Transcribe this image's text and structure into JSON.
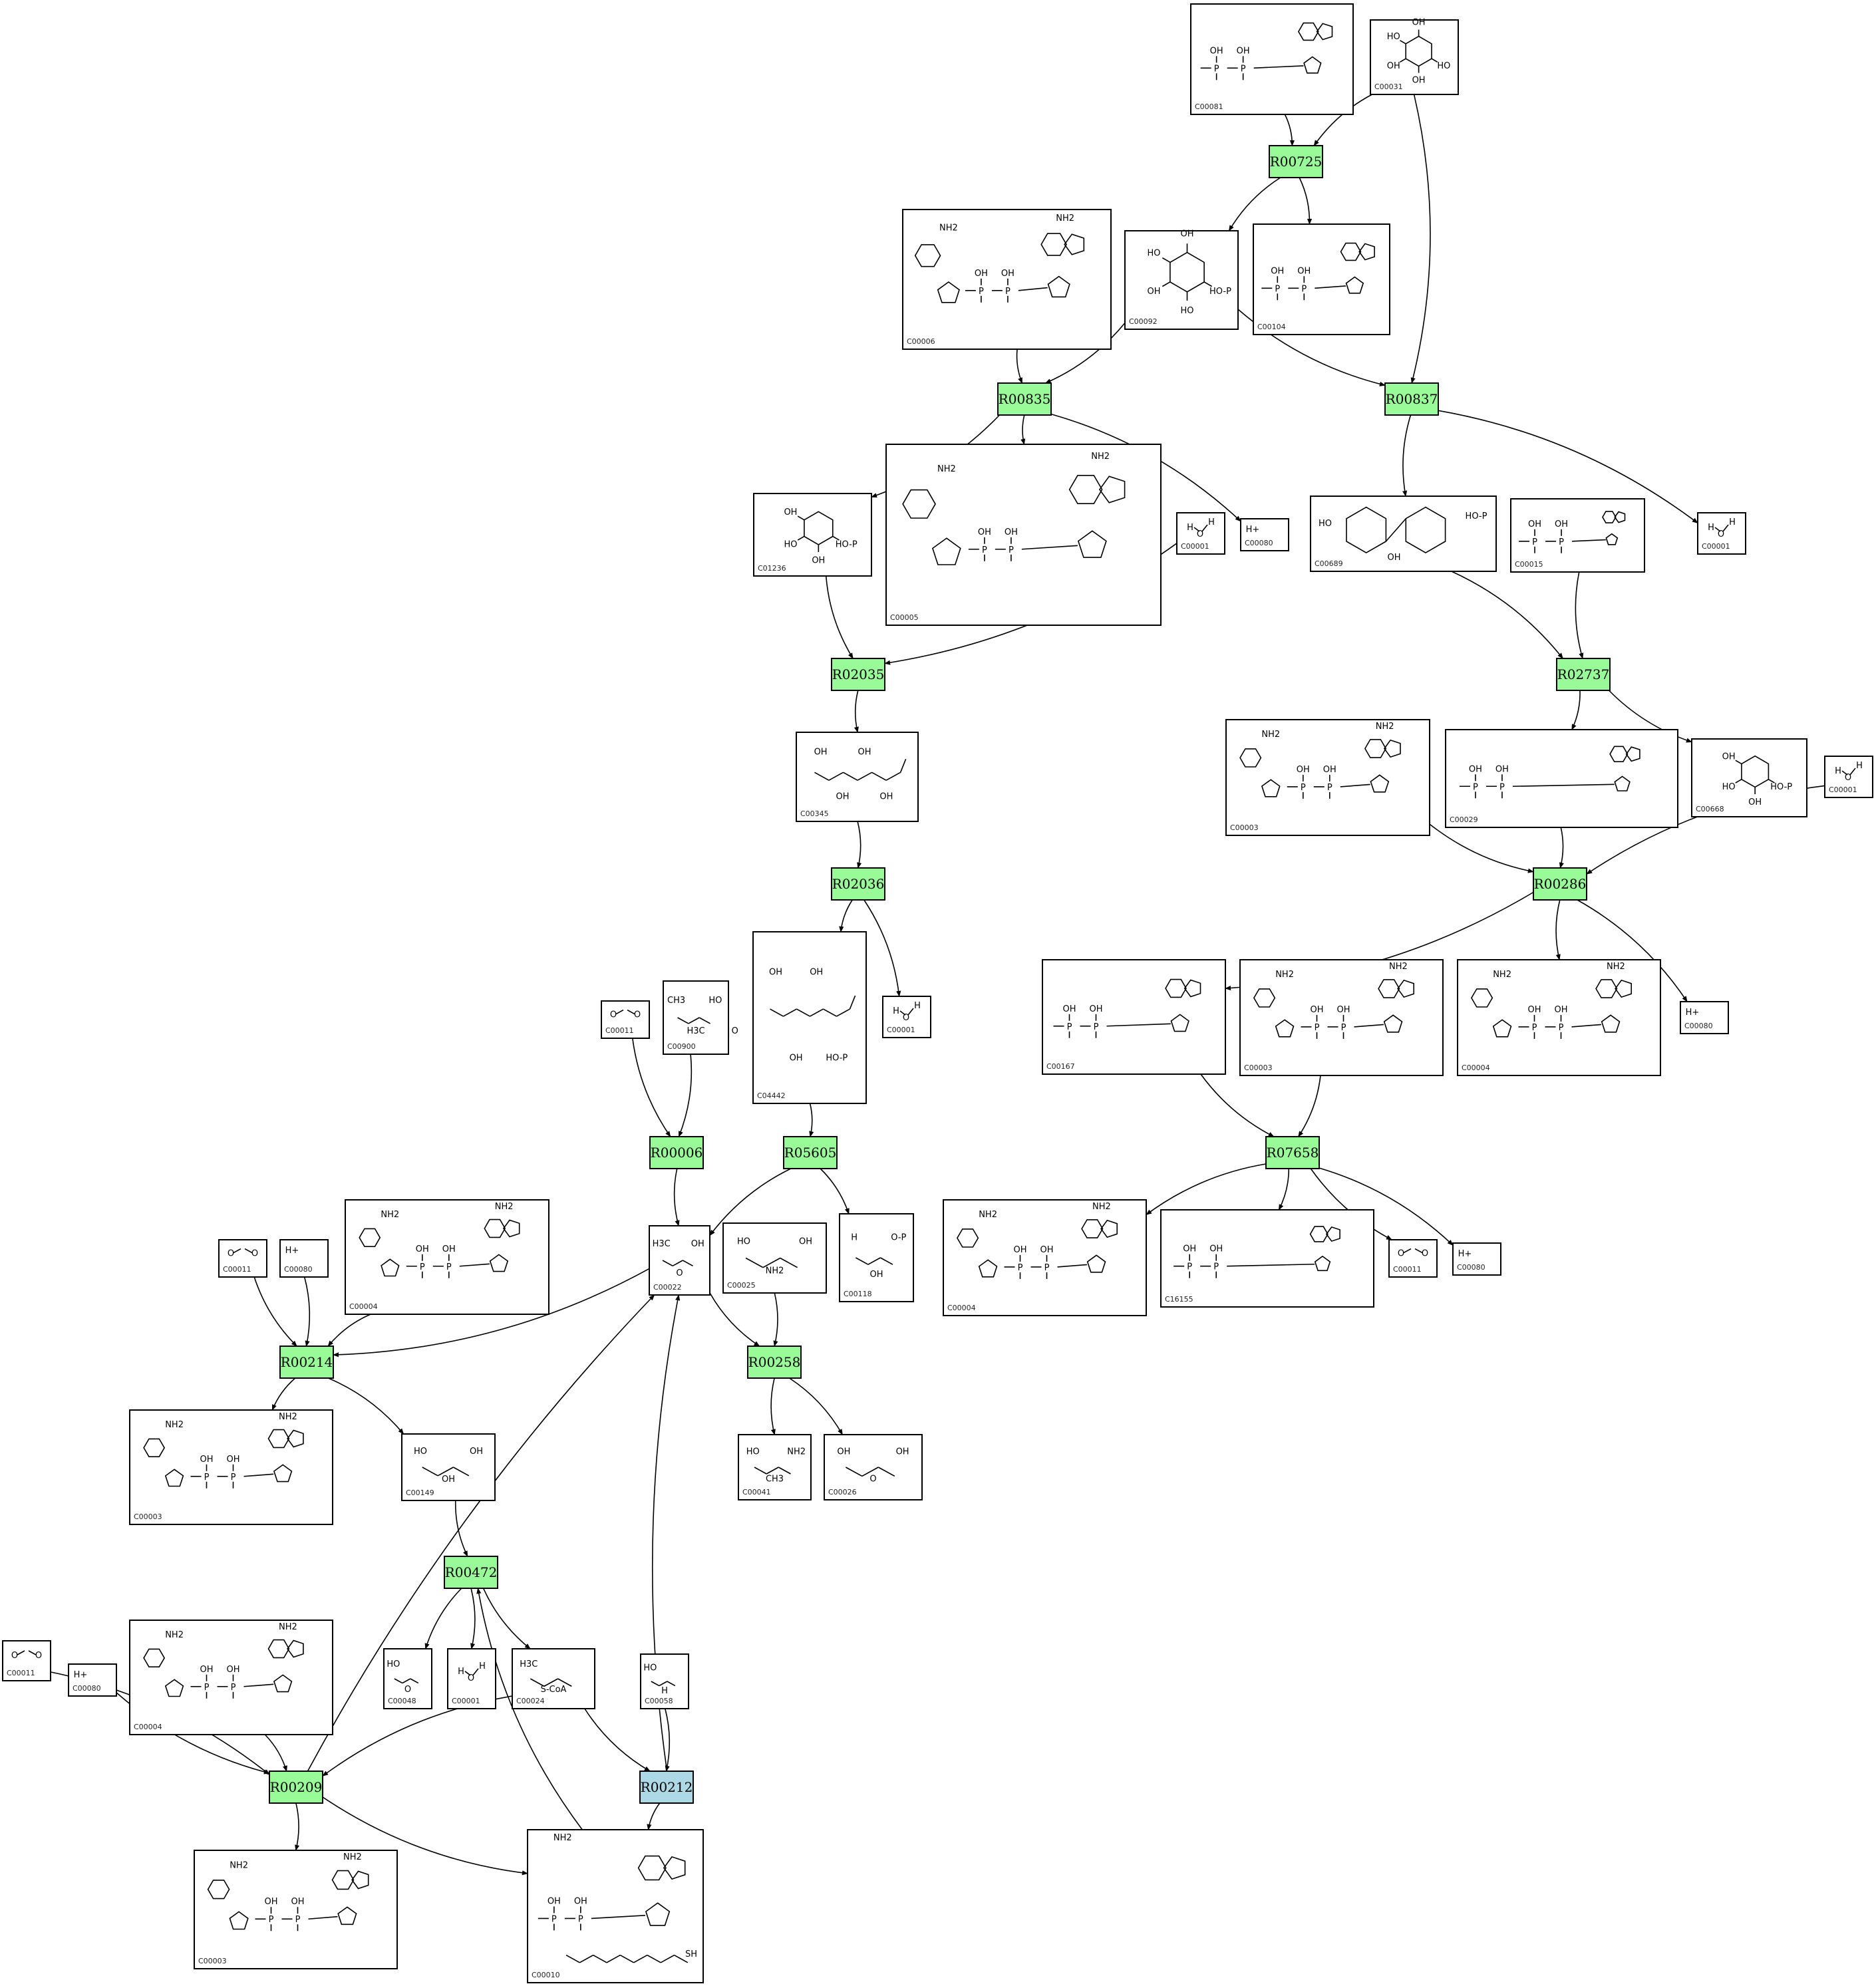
{
  "colors": {
    "reaction_fill": "#98fb98",
    "reaction_alt_fill": "#add8e6",
    "edge": "#000000",
    "box_stroke": "#000000"
  },
  "reactions": [
    {
      "id": "R00725",
      "label": "R00725",
      "color": "green"
    },
    {
      "id": "R00835",
      "label": "R00835",
      "color": "green"
    },
    {
      "id": "R00837",
      "label": "R00837",
      "color": "green"
    },
    {
      "id": "R02035",
      "label": "R02035",
      "color": "green"
    },
    {
      "id": "R02737",
      "label": "R02737",
      "color": "green"
    },
    {
      "id": "R02036",
      "label": "R02036",
      "color": "green"
    },
    {
      "id": "R00286",
      "label": "R00286",
      "color": "green"
    },
    {
      "id": "R00006",
      "label": "R00006",
      "color": "green"
    },
    {
      "id": "R05605",
      "label": "R05605",
      "color": "green"
    },
    {
      "id": "R07658",
      "label": "R07658",
      "color": "green"
    },
    {
      "id": "R00214",
      "label": "R00214",
      "color": "green"
    },
    {
      "id": "R00258",
      "label": "R00258",
      "color": "green"
    },
    {
      "id": "R00472",
      "label": "R00472",
      "color": "green"
    },
    {
      "id": "R00209",
      "label": "R00209",
      "color": "green"
    },
    {
      "id": "R00212",
      "label": "R00212",
      "color": "blue"
    }
  ],
  "compounds": [
    {
      "key": "c00081",
      "label": "C00081",
      "kind": "nucleotide"
    },
    {
      "key": "c00031",
      "label": "C00031",
      "kind": "sugar",
      "text": [
        "HO",
        "OH",
        "OH",
        "HO",
        "OH"
      ]
    },
    {
      "key": "c00006a",
      "label": "C00006",
      "kind": "dinucleotide",
      "text": [
        "NH2",
        "NH2"
      ]
    },
    {
      "key": "c00092",
      "label": "C00092",
      "kind": "sugar",
      "text": [
        "HO-P",
        "HO",
        "OH",
        "HO",
        "OH"
      ]
    },
    {
      "key": "c00104",
      "label": "C00104",
      "kind": "nucleotide"
    },
    {
      "key": "c01236",
      "label": "C01236",
      "kind": "sugar",
      "text": [
        "HO-P",
        "OH",
        "HO",
        "OH"
      ]
    },
    {
      "key": "c00005",
      "label": "C00005",
      "kind": "dinucleotide",
      "text": [
        "NH2",
        "NH2"
      ]
    },
    {
      "key": "c00001a",
      "label": "C00001",
      "kind": "water",
      "text": [
        "H",
        "H"
      ]
    },
    {
      "key": "c00080a",
      "label": "C00080",
      "kind": "proton",
      "text": [
        "H+"
      ]
    },
    {
      "key": "c00689",
      "label": "C00689",
      "kind": "disaccharide",
      "text": [
        "HO",
        "OH",
        "HO-P"
      ]
    },
    {
      "key": "c00015",
      "label": "C00015",
      "kind": "nucleotide"
    },
    {
      "key": "c00001b",
      "label": "C00001",
      "kind": "water",
      "text": [
        "H",
        "H"
      ]
    },
    {
      "key": "c00345",
      "label": "C00345",
      "kind": "chain",
      "text": [
        "OH",
        "OH",
        "OH",
        "OH"
      ]
    },
    {
      "key": "c00003a",
      "label": "C00003",
      "kind": "dinucleotide",
      "text": [
        "NH2",
        "NH2"
      ]
    },
    {
      "key": "c00029",
      "label": "C00029",
      "kind": "nucleotide"
    },
    {
      "key": "c00668",
      "label": "C00668",
      "kind": "sugar",
      "text": [
        "HO-P",
        "OH",
        "HO",
        "OH"
      ]
    },
    {
      "key": "c00001c",
      "label": "C00001",
      "kind": "water",
      "text": [
        "H",
        "H"
      ]
    },
    {
      "key": "c04442",
      "label": "C04442",
      "kind": "chain",
      "text": [
        "OH",
        "OH",
        "OH",
        "HO-P"
      ]
    },
    {
      "key": "c00001d",
      "label": "C00001",
      "kind": "water",
      "text": [
        "H",
        "H"
      ]
    },
    {
      "key": "c00011a",
      "label": "C00011",
      "kind": "co2",
      "text": [
        "O=C=O"
      ]
    },
    {
      "key": "c00900",
      "label": "C00900",
      "kind": "small",
      "text": [
        "CH3",
        "H3C",
        "HO",
        "O"
      ]
    },
    {
      "key": "c00167",
      "label": "C00167",
      "kind": "nucleotide"
    },
    {
      "key": "c00003b",
      "label": "C00003",
      "kind": "dinucleotide",
      "text": [
        "NH2",
        "NH2"
      ]
    },
    {
      "key": "c00004a",
      "label": "C00004",
      "kind": "dinucleotide",
      "text": [
        "NH2",
        "NH2"
      ]
    },
    {
      "key": "c00080b",
      "label": "C00080",
      "kind": "proton",
      "text": [
        "H+"
      ]
    },
    {
      "key": "c00011b",
      "label": "C00011",
      "kind": "co2",
      "text": [
        "O=C=O"
      ]
    },
    {
      "key": "c00080c",
      "label": "C00080",
      "kind": "proton",
      "text": [
        "H+"
      ]
    },
    {
      "key": "c00004b",
      "label": "C00004",
      "kind": "dinucleotide",
      "text": [
        "NH2",
        "NH2"
      ]
    },
    {
      "key": "c00022",
      "label": "C00022",
      "kind": "small",
      "text": [
        "H3C",
        "O",
        "OH"
      ]
    },
    {
      "key": "c00025",
      "label": "C00025",
      "kind": "small",
      "text": [
        "HO",
        "NH2",
        "OH"
      ]
    },
    {
      "key": "c00118",
      "label": "C00118",
      "kind": "small",
      "text": [
        "H",
        "OH",
        "O-P"
      ]
    },
    {
      "key": "c00004c",
      "label": "C00004",
      "kind": "dinucleotide",
      "text": [
        "NH2",
        "NH2"
      ]
    },
    {
      "key": "c16155",
      "label": "C16155",
      "kind": "nucleotide"
    },
    {
      "key": "c00011c",
      "label": "C00011",
      "kind": "co2",
      "text": [
        "O=C=O"
      ]
    },
    {
      "key": "c00080d",
      "label": "C00080",
      "kind": "proton",
      "text": [
        "H+"
      ]
    },
    {
      "key": "c00003c",
      "label": "C00003",
      "kind": "dinucleotide",
      "text": [
        "NH2",
        "NH2"
      ]
    },
    {
      "key": "c00149",
      "label": "C00149",
      "kind": "small",
      "text": [
        "HO",
        "OH",
        "OH"
      ]
    },
    {
      "key": "c00041",
      "label": "C00041",
      "kind": "small",
      "text": [
        "HO",
        "CH3",
        "NH2"
      ]
    },
    {
      "key": "c00026",
      "label": "C00026",
      "kind": "small",
      "text": [
        "OH",
        "O",
        "OH"
      ]
    },
    {
      "key": "c00004d",
      "label": "C00004",
      "kind": "dinucleotide",
      "text": [
        "NH2",
        "NH2"
      ]
    },
    {
      "key": "c00048",
      "label": "C00048",
      "kind": "small",
      "text": [
        "HO",
        "O"
      ]
    },
    {
      "key": "c00001e",
      "label": "C00001",
      "kind": "water",
      "text": [
        "H",
        "H"
      ]
    },
    {
      "key": "c00024",
      "label": "C00024",
      "kind": "small",
      "text": [
        "H3C",
        "S-CoA"
      ]
    },
    {
      "key": "c00058",
      "label": "C00058",
      "kind": "small",
      "text": [
        "HO",
        "H"
      ]
    },
    {
      "key": "c00011d",
      "label": "C00011",
      "kind": "co2",
      "text": [
        "O=C=O"
      ]
    },
    {
      "key": "c00080e",
      "label": "C00080",
      "kind": "proton",
      "text": [
        "H+"
      ]
    },
    {
      "key": "c00003d",
      "label": "C00003",
      "kind": "dinucleotide",
      "text": [
        "NH2",
        "NH2"
      ]
    },
    {
      "key": "c00010",
      "label": "C00010",
      "kind": "coa",
      "text": [
        "NH2",
        "SH"
      ]
    }
  ],
  "edges": [
    [
      "c00081",
      "R00725"
    ],
    [
      "c00031",
      "R00725"
    ],
    [
      "c00031",
      "R00837"
    ],
    [
      "R00725",
      "c00092"
    ],
    [
      "R00725",
      "c00104"
    ],
    [
      "c00006a",
      "R00835"
    ],
    [
      "c00092",
      "R00835"
    ],
    [
      "c00092",
      "R00837"
    ],
    [
      "R00835",
      "c01236"
    ],
    [
      "R00835",
      "c00005"
    ],
    [
      "R00835",
      "c00080a"
    ],
    [
      "R00837",
      "c00689"
    ],
    [
      "R00837",
      "c00001b"
    ],
    [
      "c01236",
      "R02035"
    ],
    [
      "c00001a",
      "R02035"
    ],
    [
      "R02035",
      "c00345"
    ],
    [
      "c00689",
      "R02737"
    ],
    [
      "c00015",
      "R02737"
    ],
    [
      "R02737",
      "c00029"
    ],
    [
      "R02737",
      "c00668"
    ],
    [
      "c00345",
      "R02036"
    ],
    [
      "R02036",
      "c04442"
    ],
    [
      "R02036",
      "c00001d"
    ],
    [
      "c00003a",
      "R00286"
    ],
    [
      "c00029",
      "R00286"
    ],
    [
      "c00001c",
      "R00286"
    ],
    [
      "R00286",
      "c00167"
    ],
    [
      "R00286",
      "c00004a"
    ],
    [
      "R00286",
      "c00080b"
    ],
    [
      "c00011a",
      "R00006"
    ],
    [
      "c00900",
      "R00006"
    ],
    [
      "R00006",
      "c00022"
    ],
    [
      "c04442",
      "R05605"
    ],
    [
      "R05605",
      "c00022"
    ],
    [
      "R05605",
      "c00118"
    ],
    [
      "c00167",
      "R07658"
    ],
    [
      "c00003b",
      "R07658"
    ],
    [
      "R07658",
      "c00004c"
    ],
    [
      "R07658",
      "c16155"
    ],
    [
      "R07658",
      "c00011c"
    ],
    [
      "R07658",
      "c00080d"
    ],
    [
      "c00011b",
      "R00214"
    ],
    [
      "c00080c",
      "R00214"
    ],
    [
      "c00004b",
      "R00214"
    ],
    [
      "c00022",
      "R00214"
    ],
    [
      "R00214",
      "c00003c"
    ],
    [
      "R00214",
      "c00149"
    ],
    [
      "c00022",
      "R00258"
    ],
    [
      "c00025",
      "R00258"
    ],
    [
      "R00258",
      "c00041"
    ],
    [
      "R00258",
      "c00026"
    ],
    [
      "c00149",
      "R00472"
    ],
    [
      "c00010",
      "R00472"
    ],
    [
      "R00472",
      "c00048"
    ],
    [
      "R00472",
      "c00001e"
    ],
    [
      "R00472",
      "c00024"
    ],
    [
      "c00011d",
      "R00209"
    ],
    [
      "c00080e",
      "R00209"
    ],
    [
      "c00004d",
      "R00209"
    ],
    [
      "c00024",
      "R00209"
    ],
    [
      "R00209",
      "c00003d"
    ],
    [
      "R00209",
      "c00010"
    ],
    [
      "R00209",
      "c00022"
    ],
    [
      "c00024",
      "R00212"
    ],
    [
      "c00058",
      "R00212"
    ],
    [
      "R00212",
      "c00010"
    ],
    [
      "R00212",
      "c00022"
    ]
  ]
}
